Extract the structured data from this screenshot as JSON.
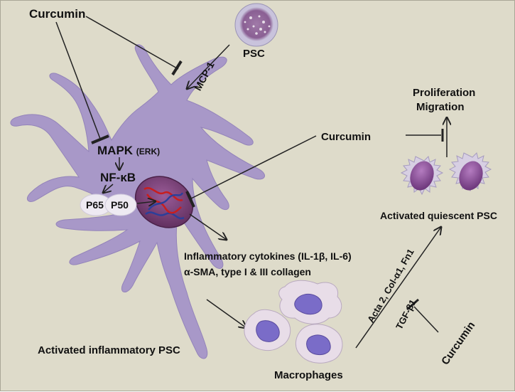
{
  "labels": {
    "curcumin_top": "Curcumin",
    "psc": "PSC",
    "mcp1": "MCP-1",
    "mapk": "MAPK",
    "erk": "(ERK)",
    "nfkb": "NF-κB",
    "p65": "P65",
    "p50": "P50",
    "curcumin_mid": "Curcumin",
    "proliferation": "Proliferation",
    "migration": "Migration",
    "activated_quiescent": "Activated quiescent PSC",
    "cytokines": "Inflammatory cytokines (IL-1β, IL-6)",
    "sma": "α-SMA, type I & III collagen",
    "acta": "Acta 2, Col-α1, Fn1",
    "tgf": "TGF-β1",
    "curcumin_bottom": "Curcumin",
    "activated_inflammatory": "Activated inflammatory PSC",
    "macrophages": "Macrophages"
  },
  "colors": {
    "background": "#dedbca",
    "cell_body": "#a898c8",
    "nucleus": "#7a3f78",
    "dna_red": "#c81e1e",
    "dna_blue": "#2b3f9a",
    "macrophage_body": "#e8dde8",
    "macrophage_nucleus": "#7a6cc8"
  }
}
